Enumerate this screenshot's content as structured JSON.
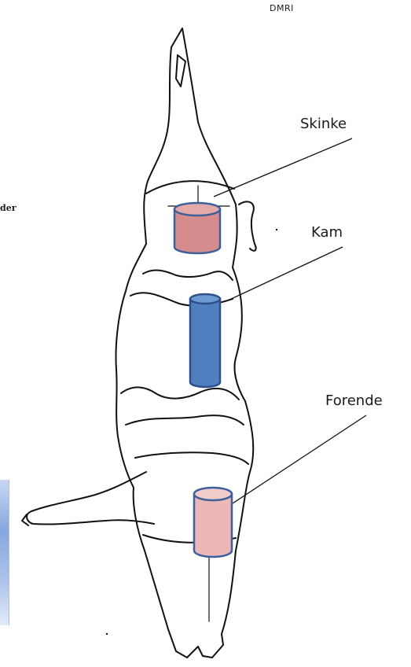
{
  "header": {
    "logo_text": "DMRI"
  },
  "labels": {
    "ham": "Skinke",
    "loin": "Kam",
    "shoulder": "Forende",
    "cropped_text": "der"
  },
  "colors": {
    "outline": "#111111",
    "sample_ham_fill": "#d68c8c",
    "sample_loin_fill": "#4f7fbf",
    "sample_shoulder_fill": "#ebb7b7",
    "sample_stroke": "#3f5f9a"
  }
}
